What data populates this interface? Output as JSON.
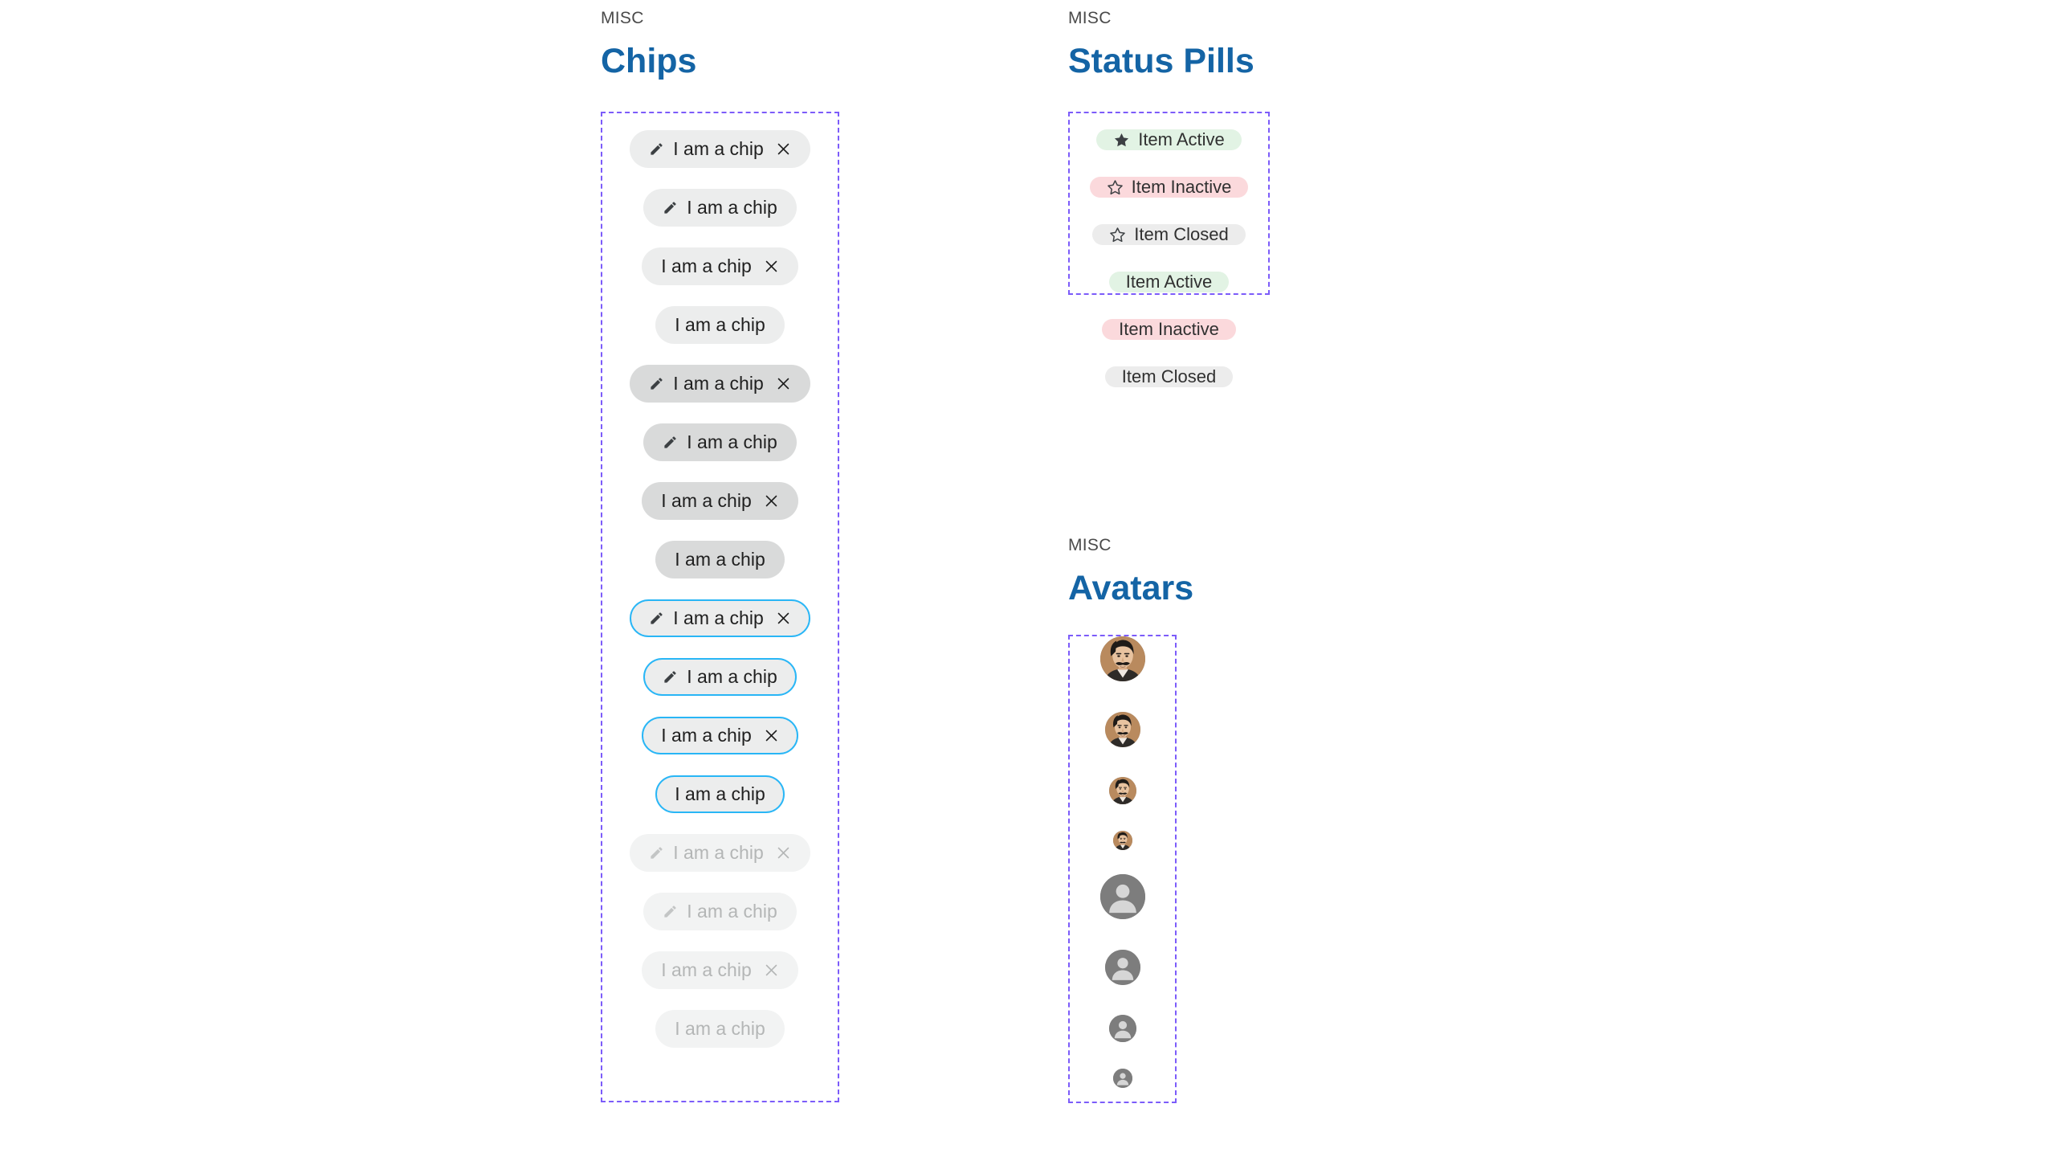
{
  "sections": {
    "chips": {
      "eyebrow": "MISC",
      "title": "Chips",
      "items": [
        {
          "label": "I am a chip",
          "tone": "light",
          "lead_icon": "pencil-icon",
          "trail_icon": "close-icon"
        },
        {
          "label": "I am a chip",
          "tone": "light",
          "lead_icon": "pencil-icon",
          "trail_icon": null
        },
        {
          "label": "I am a chip",
          "tone": "light",
          "lead_icon": null,
          "trail_icon": "close-icon"
        },
        {
          "label": "I am a chip",
          "tone": "light",
          "lead_icon": null,
          "trail_icon": null
        },
        {
          "label": "I am a chip",
          "tone": "dark",
          "lead_icon": "pencil-icon",
          "trail_icon": "close-icon"
        },
        {
          "label": "I am a chip",
          "tone": "dark",
          "lead_icon": "pencil-icon",
          "trail_icon": null
        },
        {
          "label": "I am a chip",
          "tone": "dark",
          "lead_icon": null,
          "trail_icon": "close-icon"
        },
        {
          "label": "I am a chip",
          "tone": "dark",
          "lead_icon": null,
          "trail_icon": null
        },
        {
          "label": "I am a chip",
          "tone": "outline",
          "lead_icon": "pencil-icon",
          "trail_icon": "close-icon"
        },
        {
          "label": "I am a chip",
          "tone": "outline",
          "lead_icon": "pencil-icon",
          "trail_icon": null
        },
        {
          "label": "I am a chip",
          "tone": "outline",
          "lead_icon": null,
          "trail_icon": "close-icon"
        },
        {
          "label": "I am a chip",
          "tone": "outline",
          "lead_icon": null,
          "trail_icon": null
        },
        {
          "label": "I am a chip",
          "tone": "disabled",
          "lead_icon": "pencil-icon",
          "trail_icon": "close-icon"
        },
        {
          "label": "I am a chip",
          "tone": "disabled",
          "lead_icon": "pencil-icon",
          "trail_icon": null
        },
        {
          "label": "I am a chip",
          "tone": "disabled",
          "lead_icon": null,
          "trail_icon": "close-icon"
        },
        {
          "label": "I am a chip",
          "tone": "disabled",
          "lead_icon": null,
          "trail_icon": null
        }
      ]
    },
    "status_pills": {
      "eyebrow": "MISC",
      "title": "Status Pills",
      "items": [
        {
          "label": "Item Active",
          "state": "active",
          "icon": "star-filled-icon"
        },
        {
          "label": "Item Inactive",
          "state": "inactive",
          "icon": "star-outline-icon"
        },
        {
          "label": "Item Closed",
          "state": "closed",
          "icon": "star-outline-icon"
        },
        {
          "label": "Item Active",
          "state": "active",
          "icon": null
        },
        {
          "label": "Item Inactive",
          "state": "inactive",
          "icon": null
        },
        {
          "label": "Item Closed",
          "state": "closed",
          "icon": null
        }
      ]
    },
    "avatars": {
      "eyebrow": "MISC",
      "title": "Avatars",
      "items": [
        {
          "type": "photo",
          "size": 56,
          "gap_after": 38
        },
        {
          "type": "photo",
          "size": 44,
          "gap_after": 37
        },
        {
          "type": "photo",
          "size": 34,
          "gap_after": 33
        },
        {
          "type": "photo",
          "size": 24,
          "gap_after": 30
        },
        {
          "type": "placeholder",
          "size": 56,
          "gap_after": 38
        },
        {
          "type": "placeholder",
          "size": 44,
          "gap_after": 37
        },
        {
          "type": "placeholder",
          "size": 34,
          "gap_after": 33
        },
        {
          "type": "placeholder",
          "size": 24,
          "gap_after": 0
        }
      ]
    }
  },
  "colors": {
    "accent_title": "#1464a5",
    "dashed_border": "#7c5cfa",
    "chip_light": "#eceded",
    "chip_dark": "#d9dada",
    "chip_outline_border": "#29b6f6",
    "chip_disabled_text": "#b4b6b6",
    "pill_active": "#e2f3e4",
    "pill_inactive": "#fbd9dc",
    "pill_closed": "#ececec",
    "avatar_placeholder": "#7d7d7d"
  }
}
